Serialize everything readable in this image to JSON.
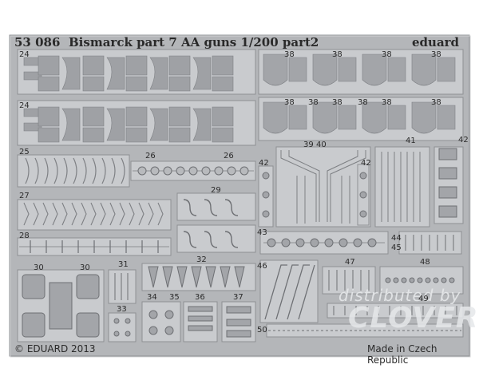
{
  "sheet": {
    "code": "53 086",
    "title": "Bismarck part 7 AA guns 1/200 part2",
    "brand": "eduard",
    "copyright": "© EDUARD 2013",
    "origin": "Made in Czech Republic",
    "watermark_top": "distributed by",
    "watermark_main": "CLOVER"
  },
  "part_numbers": [
    "24",
    "24",
    "25",
    "26",
    "26",
    "27",
    "28",
    "29",
    "30",
    "30",
    "31",
    "32",
    "33",
    "34",
    "35",
    "36",
    "37",
    "38",
    "38",
    "38",
    "38",
    "38",
    "38",
    "38",
    "38",
    "38",
    "38",
    "39",
    "40",
    "41",
    "42",
    "42",
    "42",
    "43",
    "44",
    "45",
    "46",
    "47",
    "48",
    "49",
    "50"
  ],
  "colors": {
    "fret": "#b4b6b9",
    "fret_edge": "#8e9094",
    "part": "#c9cbce",
    "part_dark": "#9a9ca0",
    "text": "#2a2a2a",
    "watermark": "#e6e8ea"
  }
}
